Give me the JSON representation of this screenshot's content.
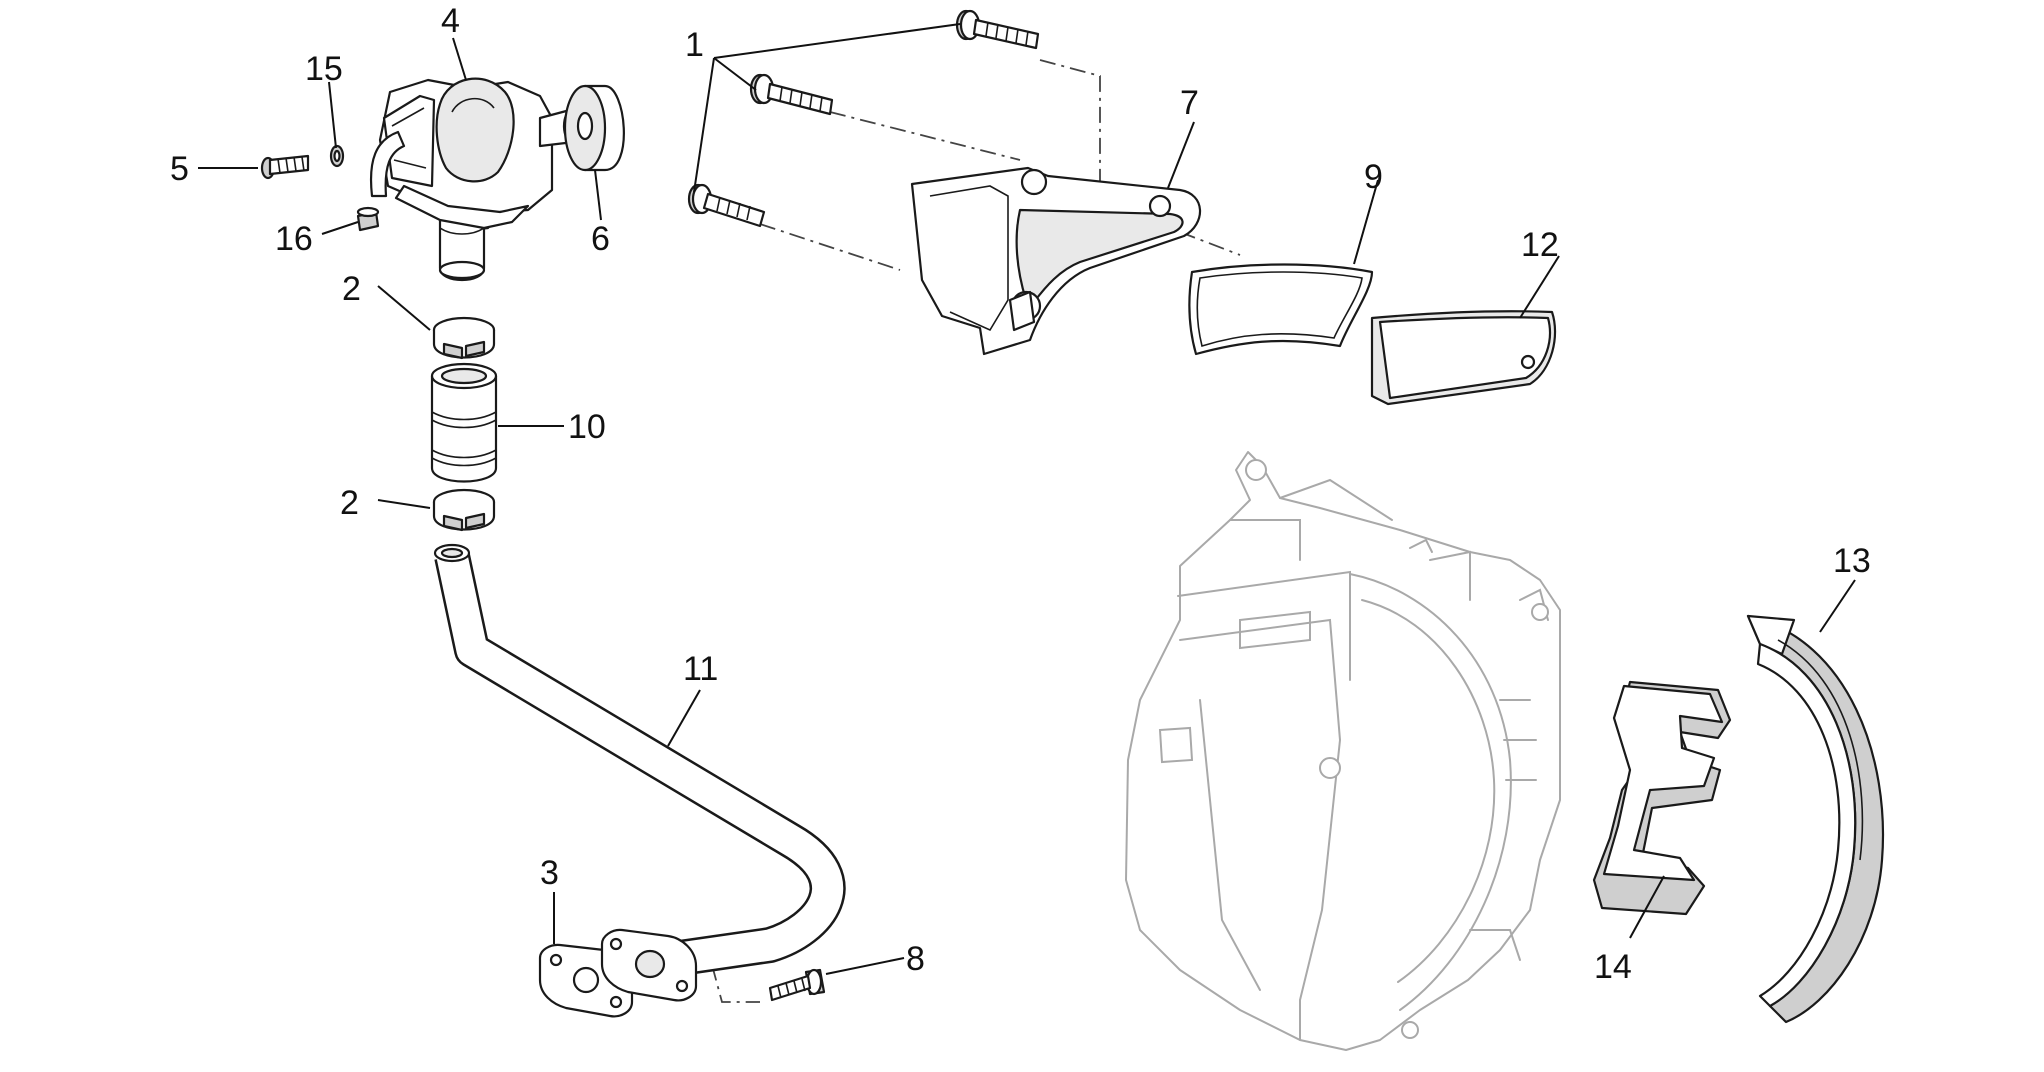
{
  "callouts": {
    "c1": "1",
    "c2a": "2",
    "c2b": "2",
    "c3": "3",
    "c4": "4",
    "c5": "5",
    "c6": "6",
    "c7": "7",
    "c8": "8",
    "c9": "9",
    "c10": "10",
    "c11": "11",
    "c12": "12",
    "c13": "13",
    "c14": "14",
    "c15": "15",
    "c16": "16"
  },
  "colors": {
    "line": "#1a1a1a",
    "faint": "#a9a9a9",
    "fill": "#ffffff"
  }
}
